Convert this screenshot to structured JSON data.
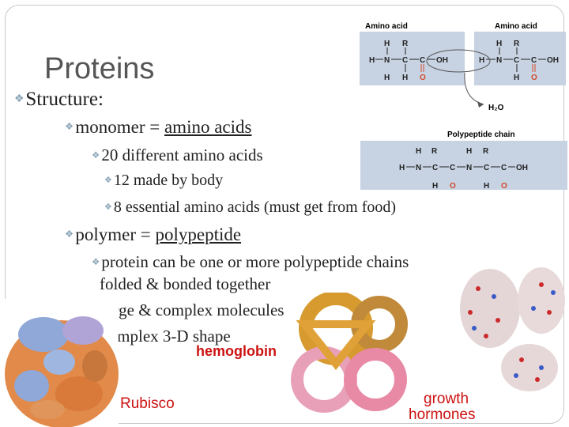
{
  "slide": {
    "title": "Proteins",
    "bullets": {
      "structure": "Structure:",
      "monomer_prefix": "monomer = ",
      "monomer_term": "amino acids",
      "twenty": "20 different amino acids",
      "twelve": "12 made by body",
      "eight": "8 essential amino acids (must get from food)",
      "polymer_prefix": "polymer = ",
      "polymer_term": "polypeptide",
      "protein_line1": "protein can be one or more polypeptide chains",
      "protein_line2": "folded & bonded together",
      "large": "large & complex molecules",
      "complex": "complex 3-D shape"
    }
  },
  "diagram": {
    "amino_acid_label_left": "Amino acid",
    "amino_acid_label_right": "Amino acid",
    "water_label": "H₂O",
    "polypeptide_label": "Polypeptide chain",
    "atoms": {
      "H": "H",
      "N": "N",
      "C": "C",
      "O": "O",
      "OH": "OH",
      "R": "R"
    }
  },
  "captions": {
    "hemoglobin": "hemoglobin",
    "rubisco": "Rubisco",
    "growth1": "growth",
    "growth2": "hormones"
  },
  "colors": {
    "title": "#555555",
    "bullet_marker": "#8aa6b8",
    "diagram_box": "#c7d2e2",
    "oxygen_red": "#d24a2a",
    "caption_red": "#cc1111",
    "hemoglobin_gold": "#d69a2e",
    "hemoglobin_pink": "#e88aa6",
    "rubisco_orange": "#e28a4a",
    "rubisco_blue": "#8fa8d8"
  }
}
